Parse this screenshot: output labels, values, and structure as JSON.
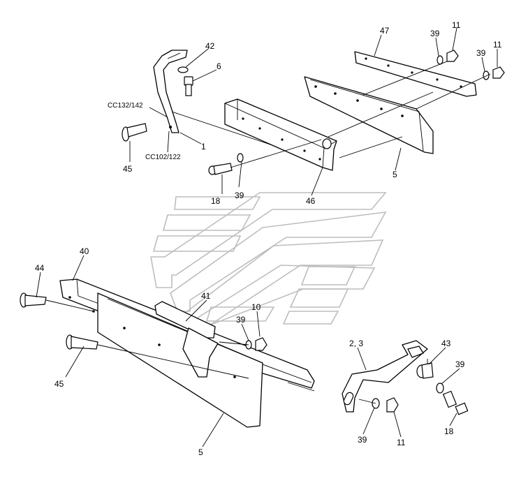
{
  "diagram": {
    "callouts": {
      "top_47": "47",
      "top_39a": "39",
      "top_11a": "11",
      "top_39b": "39",
      "top_11b": "11",
      "top_42": "42",
      "top_6": "6",
      "top_cc132": "CC132/142",
      "top_45": "45",
      "top_cc102": "CC102/122",
      "top_1": "1",
      "top_18": "18",
      "top_39c": "39",
      "top_46": "46",
      "top_5": "5",
      "bot_44": "44",
      "bot_40": "40",
      "bot_41": "41",
      "bot_10": "10",
      "bot_39a": "39",
      "bot_45": "45",
      "bot_5": "5",
      "bot_23": "2, 3",
      "bot_43": "43",
      "bot_39b": "39",
      "bot_39c": "39",
      "bot_11": "11",
      "bot_18": "18"
    }
  }
}
